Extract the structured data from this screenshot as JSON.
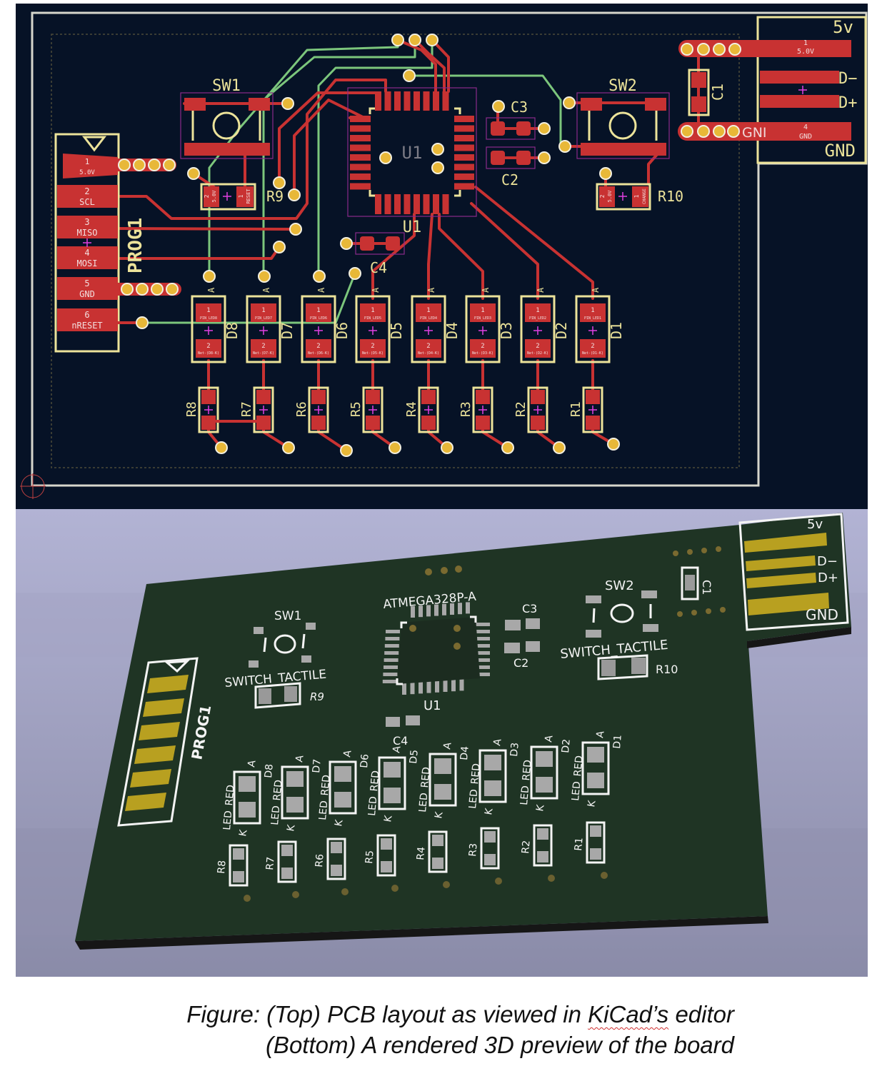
{
  "caption": {
    "line1_prefix": "Figure: (Top) PCB layout as viewed in ",
    "line1_misspelled": "KiCad’s",
    "line1_suffix": " editor",
    "line2": "(Bottom) A rendered 3D preview of the board"
  },
  "pcb_layout": {
    "prog_connector": {
      "ref": "PROG1",
      "pins": [
        {
          "num": "1",
          "name": "5.0V"
        },
        {
          "num": "2",
          "name": "SCL"
        },
        {
          "num": "3",
          "name": "MISO"
        },
        {
          "num": "4",
          "name": "MOSI"
        },
        {
          "num": "5",
          "name": "GND"
        },
        {
          "num": "6",
          "name": "nRESET"
        }
      ]
    },
    "usb_connector": {
      "label_top": "5v",
      "label_dminus": "D−",
      "label_dplus": "D+",
      "label_bottom": "GND",
      "pin1_num": "1",
      "pin1_name": "5.0V",
      "pin4_num": "4",
      "pin4_name": "GND",
      "overlap_text": "GNI"
    },
    "switches": {
      "sw1": "SW1",
      "sw2": "SW2"
    },
    "mcu": {
      "ref": "U1",
      "ref_lower": "U1"
    },
    "capacitors": {
      "c1": "C1",
      "c2": "C2",
      "c3": "C3",
      "c4": "C4"
    },
    "r9": {
      "ref": "R9",
      "pad2_num": "2",
      "pad2_name": "5.0V",
      "pad1_num": "1",
      "pad1_name": "RESET"
    },
    "r10": {
      "ref": "R10",
      "pad2_num": "2",
      "pad2_name": "5.0V",
      "pad1_num": "1",
      "pad1_name": "CHANGE"
    },
    "leds": [
      {
        "ref": "D8",
        "anode": "A",
        "pin1": "1",
        "pin1_name": "PIN_LED8",
        "pin2": "2",
        "pin2_name": "Net-(D8-K)",
        "resistor": "R8"
      },
      {
        "ref": "D7",
        "anode": "A",
        "pin1": "1",
        "pin1_name": "PIN_LED7",
        "pin2": "2",
        "pin2_name": "Net-(D7-K)",
        "resistor": "R7"
      },
      {
        "ref": "D6",
        "anode": "A",
        "pin1": "1",
        "pin1_name": "PIN_LED6",
        "pin2": "2",
        "pin2_name": "Net-(D6-K)",
        "resistor": "R6"
      },
      {
        "ref": "D5",
        "anode": "A",
        "pin1": "1",
        "pin1_name": "PIN_LED5",
        "pin2": "2",
        "pin2_name": "Net-(D5-K)",
        "resistor": "R5"
      },
      {
        "ref": "D4",
        "anode": "A",
        "pin1": "1",
        "pin1_name": "PIN_LED4",
        "pin2": "2",
        "pin2_name": "Net-(D4-K)",
        "resistor": "R4"
      },
      {
        "ref": "D3",
        "anode": "A",
        "pin1": "1",
        "pin1_name": "PIN_LED3",
        "pin2": "2",
        "pin2_name": "Net-(D3-K)",
        "resistor": "R3"
      },
      {
        "ref": "D2",
        "anode": "A",
        "pin1": "1",
        "pin1_name": "PIN_LED2",
        "pin2": "2",
        "pin2_name": "Net-(D2-K)",
        "resistor": "R2"
      },
      {
        "ref": "D1",
        "anode": "A",
        "pin1": "1",
        "pin1_name": "PIN_LED1",
        "pin2": "2",
        "pin2_name": "Net-(D1-K)",
        "resistor": "R1"
      }
    ]
  },
  "render_3d": {
    "mcu_value": "ATMEGA328P-A",
    "mcu_ref": "U1",
    "sw1": "SW1",
    "sw2": "SW2",
    "switch_value": "SWITCH_TACTILE",
    "c1": "C1",
    "c2": "C2",
    "c3": "C3",
    "c4": "C4",
    "r9": "R9",
    "r10": "R10",
    "prog": "PROG1",
    "usb_5v": "5v",
    "usb_dminus": "D−",
    "usb_dplus": "D+",
    "usb_gnd": "GND",
    "led_value": "LED_RED",
    "anode": "A",
    "cathode": "K"
  },
  "colors": {
    "board_bg": "#061226",
    "copper": "#c83232",
    "silk": "#ece39a",
    "via": "#e8b838",
    "render_board": "#1f3424",
    "render_bg": "#a4a5c4"
  }
}
